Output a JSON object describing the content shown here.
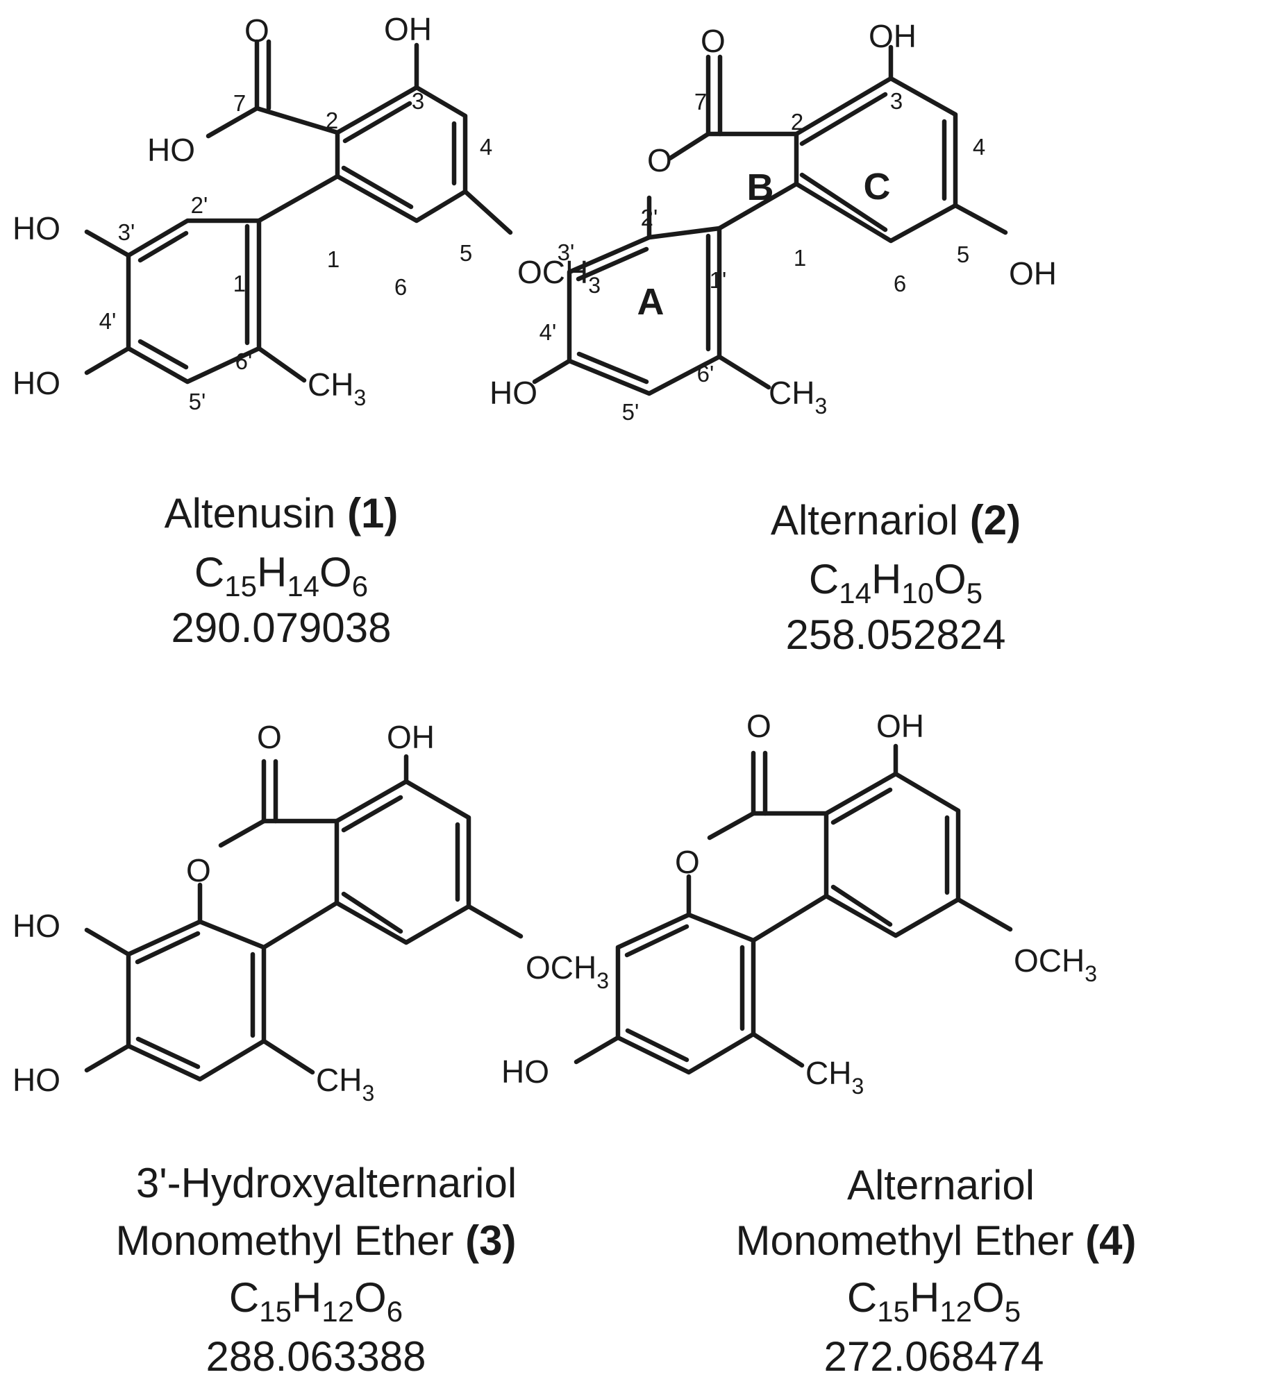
{
  "groups": {
    "oh": "OH",
    "ho": "HO",
    "o": "O",
    "och": "OCH",
    "ch": "CH",
    "three": "3"
  },
  "ring_labels": {
    "a": "A",
    "b": "B",
    "c": "C"
  },
  "numbers": {
    "n1": "1",
    "n2": "2",
    "n3": "3",
    "n4": "4",
    "n5": "5",
    "n6": "6",
    "n7": "7",
    "n1p": "1'",
    "n2p": "2'",
    "n3p": "3'",
    "n4p": "4'",
    "n5p": "5'",
    "n6p": "6'"
  },
  "compounds": [
    {
      "name": "Altenusin",
      "num": "(1)",
      "formula": [
        "C",
        "15",
        "H",
        "14",
        "O",
        "6"
      ],
      "mass": "290.079038"
    },
    {
      "name": "Alternariol",
      "num": "(2)",
      "formula": [
        "C",
        "14",
        "H",
        "10",
        "O",
        "5"
      ],
      "mass": "258.052824"
    },
    {
      "name1": "3'-Hydroxyalternariol",
      "name2": "Monomethyl Ether",
      "num": "(3)",
      "formula": [
        "C",
        "15",
        "H",
        "12",
        "O",
        "6"
      ],
      "mass": "288.063388"
    },
    {
      "name1": "Alternariol",
      "name2": "Monomethyl Ether",
      "num": "(4)",
      "formula": [
        "C",
        "15",
        "H",
        "12",
        "O",
        "5"
      ],
      "mass": "272.068474"
    }
  ]
}
